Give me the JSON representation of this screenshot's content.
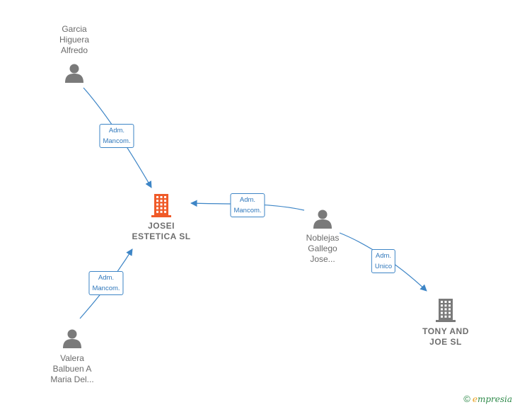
{
  "nodes": [
    {
      "id": "garcia",
      "type": "person",
      "label": "Garcia\nHiguera\nAlfredo",
      "color": "#7a7a7a"
    },
    {
      "id": "josei",
      "type": "company",
      "label": "JOSEI\nESTETICA  SL",
      "color": "#f05a28",
      "highlight": true
    },
    {
      "id": "noblejas",
      "type": "person",
      "label": "Noblejas\nGallego\nJose...",
      "color": "#7a7a7a"
    },
    {
      "id": "valera",
      "type": "person",
      "label": "Valera\nBalbuen A\nMaria Del...",
      "color": "#7a7a7a"
    },
    {
      "id": "tony",
      "type": "company",
      "label": "TONY AND\nJOE  SL",
      "color": "#7a7a7a"
    }
  ],
  "edges": [
    {
      "from": "garcia",
      "to": "josei",
      "label": "Adm.\nMancom."
    },
    {
      "from": "noblejas",
      "to": "josei",
      "label": "Adm.\nMancom."
    },
    {
      "from": "valera",
      "to": "josei",
      "label": "Adm.\nMancom."
    },
    {
      "from": "noblejas",
      "to": "tony",
      "label": "Adm.\nUnico"
    }
  ],
  "colors": {
    "edge": "#3d85c6",
    "edge_text": "#2f77bb",
    "person_icon": "#7a7a7a",
    "company_highlight": "#f05a28",
    "company_default": "#7a7a7a"
  },
  "brand": {
    "copyright": "©",
    "name_initial": "e",
    "name_rest": "mpresia"
  }
}
